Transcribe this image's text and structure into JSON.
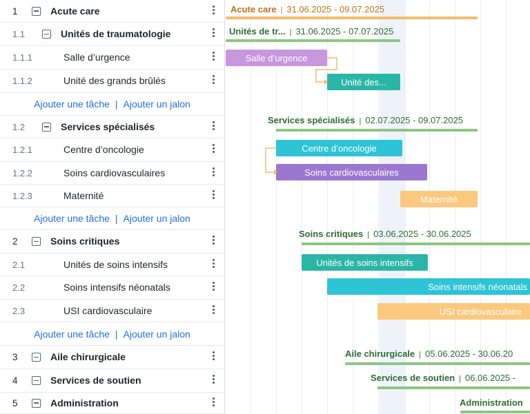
{
  "grid": {
    "add_task": "Ajouter une tâche",
    "add_milestone": "Ajouter un jalon",
    "separator": "|",
    "rows": [
      {
        "wbs": "1",
        "name": "Acute care",
        "level": 0,
        "summary": true
      },
      {
        "wbs": "1.1",
        "name": "Unités de traumatologie",
        "level": 1,
        "summary": true
      },
      {
        "wbs": "1.1.1",
        "name": "Salle d’urgence",
        "level": 2,
        "summary": false
      },
      {
        "wbs": "1.1.2",
        "name": "Unité des grands brûlés",
        "level": 2,
        "summary": false
      },
      {
        "wbs": "",
        "name": "",
        "add": true
      },
      {
        "wbs": "1.2",
        "name": "Services spécialisés",
        "level": 1,
        "summary": true
      },
      {
        "wbs": "1.2.1",
        "name": "Centre d’oncologie",
        "level": 2,
        "summary": false
      },
      {
        "wbs": "1.2.2",
        "name": "Soins cardiovasculaires",
        "level": 2,
        "summary": false
      },
      {
        "wbs": "1.2.3",
        "name": "Maternité",
        "level": 2,
        "summary": false
      },
      {
        "wbs": "",
        "name": "",
        "add": true
      },
      {
        "wbs": "2",
        "name": "Soins critiques",
        "level": 0,
        "summary": true
      },
      {
        "wbs": "2.1",
        "name": "Unités de soins intensifs",
        "level": 2,
        "summary": false
      },
      {
        "wbs": "2.2",
        "name": "Soins intensifs néonatals",
        "level": 2,
        "summary": false
      },
      {
        "wbs": "2.3",
        "name": "USI cardiovasculaire",
        "level": 2,
        "summary": false
      },
      {
        "wbs": "",
        "name": "",
        "add": true
      },
      {
        "wbs": "3",
        "name": "Aile chirurgicale",
        "level": 0,
        "summary": true
      },
      {
        "wbs": "4",
        "name": "Services de soutien",
        "level": 0,
        "summary": true
      },
      {
        "wbs": "5",
        "name": "Administration",
        "level": 0,
        "summary": true
      }
    ]
  },
  "gantt": {
    "summaries": [
      {
        "title": "Acute care",
        "dates": "31.06.2025 - 09.07.2025",
        "color": "#f6bb6a",
        "text_color": "#b8741a"
      },
      {
        "title": "Unités de tr...",
        "dates": "31.06.2025 - 07.07.2025",
        "color": "#8ec583",
        "text_color": "#2f6b33"
      },
      {
        "title": "Services spécialisés",
        "dates": "02.07.2025 - 09.07.2025",
        "color": "#8ec583",
        "text_color": "#2f6b33"
      },
      {
        "title": "Soins critiques",
        "dates": "03.06.2025 - 30.06.2025",
        "color": "#8ec583",
        "text_color": "#2f6b33"
      },
      {
        "title": "Aile chirurgicale",
        "dates": "05.06.2025 - 30.06.20",
        "color": "#8ec583",
        "text_color": "#2f6b33"
      },
      {
        "title": "Services de soutien",
        "dates": "06.06.2025 -",
        "color": "#8ec583",
        "text_color": "#2f6b33"
      },
      {
        "title": "Administration",
        "dates": "",
        "color": "#8ec583",
        "text_color": "#2f6b33"
      }
    ],
    "bars": [
      {
        "label": "Salle d’urgence",
        "color": "#c896dc"
      },
      {
        "label": "Unité des...",
        "color": "#2bb5a6"
      },
      {
        "label": "Centre d’oncologie",
        "color": "#2ec4d6"
      },
      {
        "label": "Soins cardiovasculaires",
        "color": "#9b77d0"
      },
      {
        "label": "Maternité",
        "color": "#fbc97e"
      },
      {
        "label": "Unités de soins intensifs",
        "color": "#2bb5a6"
      },
      {
        "label": "Soins intensifs néonatals",
        "color": "#2ec4d6"
      },
      {
        "label": "USI cardiovasculaire",
        "color": "#fbc97e"
      }
    ],
    "link_color": "#f6bb6a"
  }
}
